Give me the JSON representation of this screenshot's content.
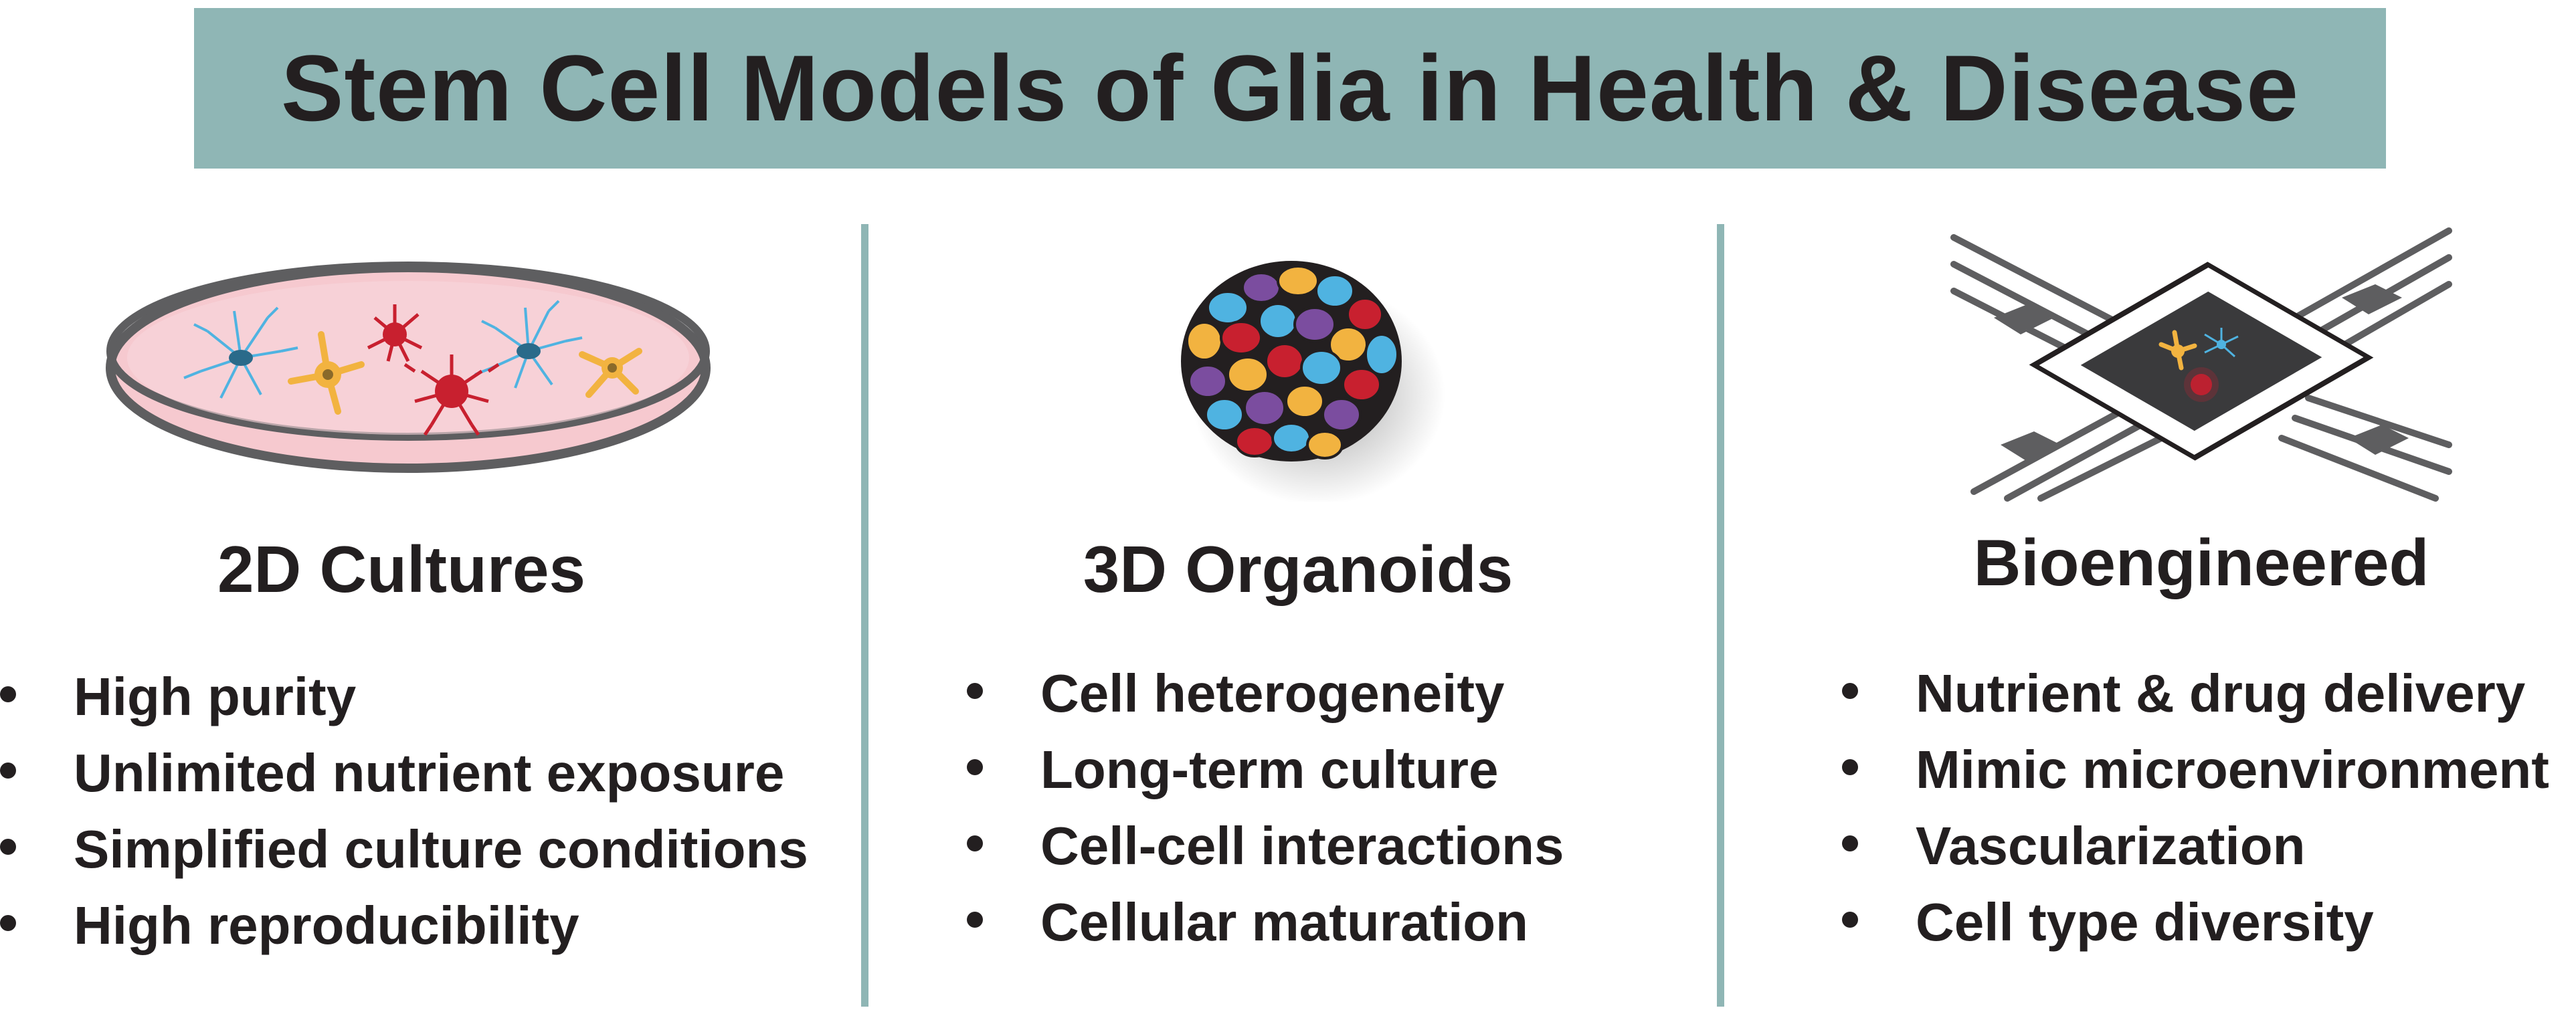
{
  "title": "Stem Cell Models of Glia in Health & Disease",
  "colors": {
    "banner": "#8fb6b5",
    "divider": "#8fb6b5",
    "text": "#231f20",
    "dish_fill": "#f6c9cf",
    "dish_rim": "#5e5e60",
    "cell_blue": "#4fb3e1",
    "cell_red": "#c8202f",
    "cell_orange": "#f2b340",
    "cell_purple": "#7b4d9f"
  },
  "panels": [
    {
      "heading": "2D Cultures",
      "icon": "petri-dish-icon",
      "bullets": [
        "High purity",
        "Unlimited nutrient exposure",
        "Simplified culture conditions",
        "High reproducibility"
      ]
    },
    {
      "heading": "3D Organoids",
      "icon": "organoid-icon",
      "bullets": [
        "Cell heterogeneity",
        "Long-term culture",
        "Cell-cell interactions",
        "Cellular maturation"
      ]
    },
    {
      "heading": "Bioengineered",
      "icon": "microfluidic-chip-icon",
      "bullets": [
        "Nutrient & drug delivery",
        "Mimic microenvironment",
        "Vascularization",
        "Cell type diversity"
      ]
    }
  ]
}
